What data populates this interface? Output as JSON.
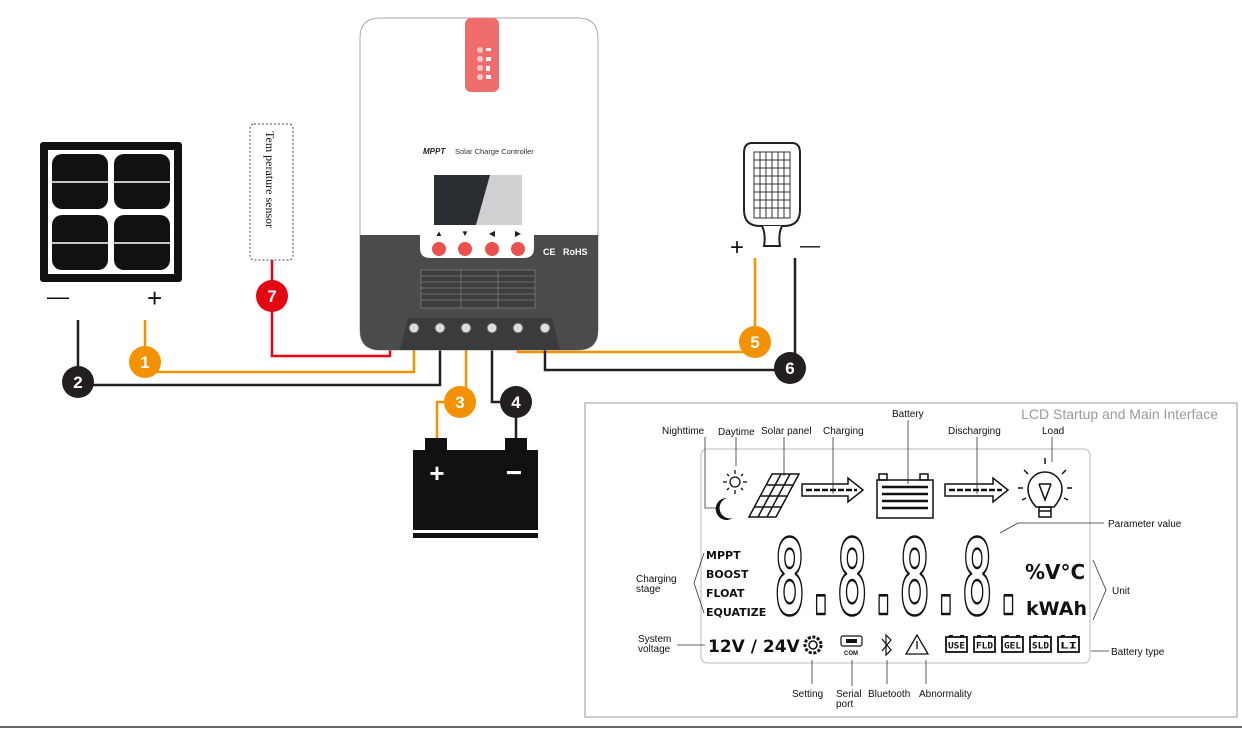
{
  "colors": {
    "orange": "#f39200",
    "black": "#231f20",
    "red": "#e30613",
    "title_gray": "#9a9a9a"
  },
  "controller": {
    "brand": "MPPT",
    "title": "Solar Charge Controller",
    "buttons": [
      "▲",
      "▼",
      "◀",
      "▶"
    ],
    "cert_ce": "CE",
    "cert_rohs": "RoHS"
  },
  "solar_panel": {
    "minus": "—",
    "plus": "+"
  },
  "temperature_sensor": {
    "label": "Tem perature sensor"
  },
  "load": {
    "plus": "+",
    "minus": "—"
  },
  "battery": {
    "plus": "+",
    "minus": "−"
  },
  "connections": [
    {
      "number": "1",
      "color": "orange"
    },
    {
      "number": "2",
      "color": "black"
    },
    {
      "number": "3",
      "color": "orange"
    },
    {
      "number": "4",
      "color": "black"
    },
    {
      "number": "5",
      "color": "orange"
    },
    {
      "number": "6",
      "color": "black"
    },
    {
      "number": "7",
      "color": "red"
    }
  ],
  "lcd": {
    "title": "LCD Startup and Main Interface",
    "callouts": {
      "nighttime": "Nighttime",
      "daytime": "Daytime",
      "solar_panel": "Solar panel",
      "charging": "Charging",
      "battery": "Battery",
      "discharging": "Discharging",
      "load": "Load",
      "parameter_value": "Parameter value",
      "charging_stage_1": "Charging",
      "charging_stage_2": "stage",
      "unit": "Unit",
      "system_voltage_1": "System",
      "system_voltage_2": "voltage",
      "battery_type": "Battery type",
      "setting": "Setting",
      "serial_port_1": "Serial",
      "serial_port_2": "port",
      "bluetooth": "Bluetooth",
      "abnormality": "Abnormality"
    },
    "charging_stages": [
      "MPPT",
      "BOOST",
      "FLOAT",
      "EQUATIZE"
    ],
    "digits": "8.8.8.8.",
    "units_top": "%V°C",
    "units_bottom": "kWAh",
    "system_voltage": "12V / 24V",
    "com_label": "COM",
    "battery_types": [
      "USE",
      "FLD",
      "GEL",
      "SLD",
      "LI"
    ]
  }
}
